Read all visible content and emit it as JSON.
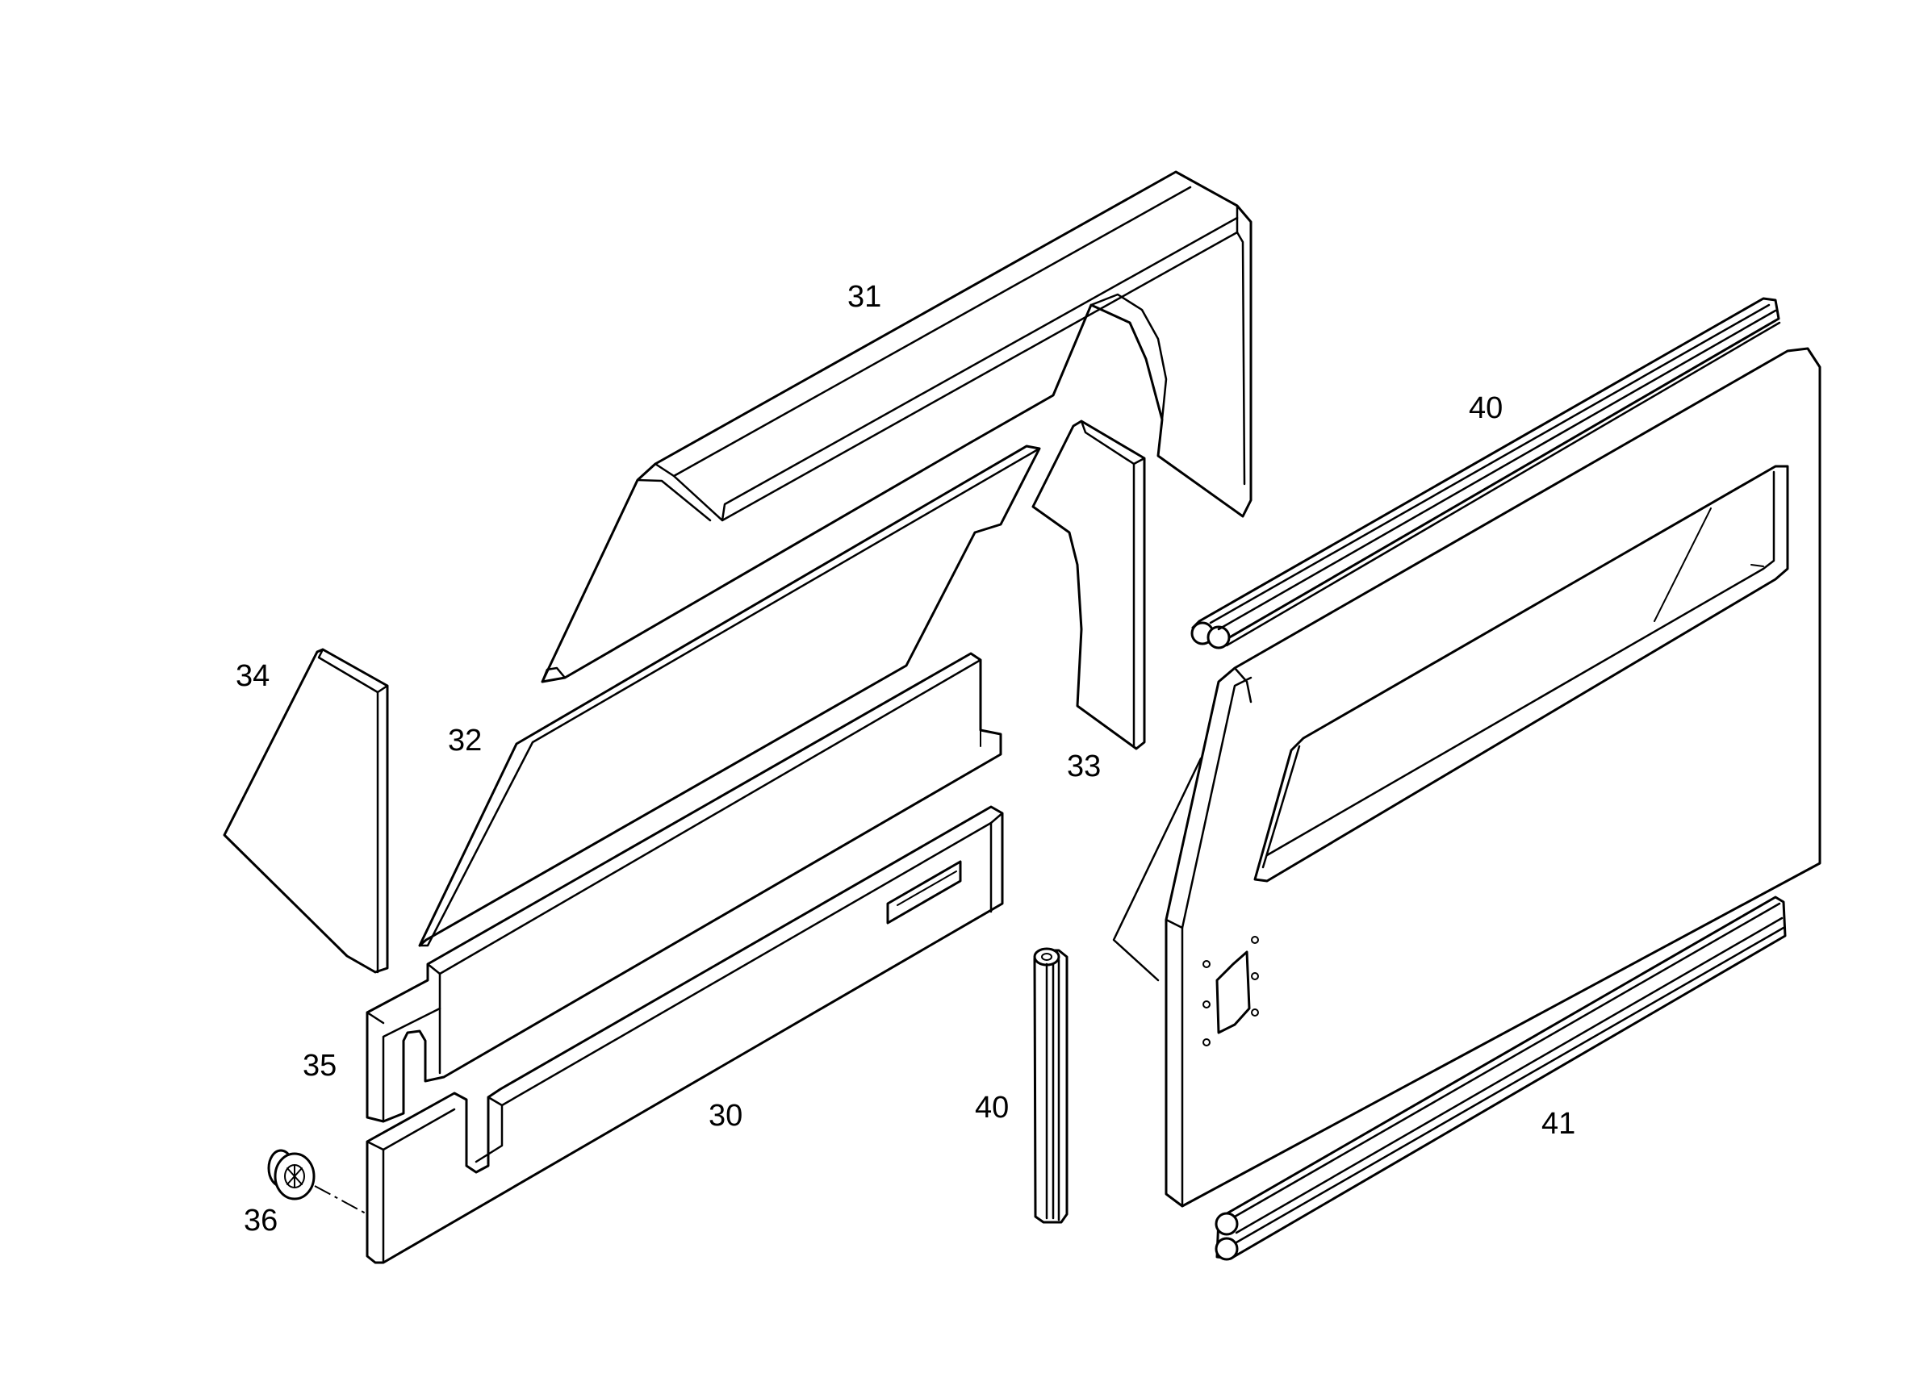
{
  "callouts": {
    "p30": "30",
    "p31": "31",
    "p32": "32",
    "p33": "33",
    "p34": "34",
    "p35": "35",
    "p36": "36",
    "p40_top": "40",
    "p40_mid": "40",
    "p41": "41"
  },
  "colors": {
    "line": "#000000",
    "background": "#ffffff"
  }
}
